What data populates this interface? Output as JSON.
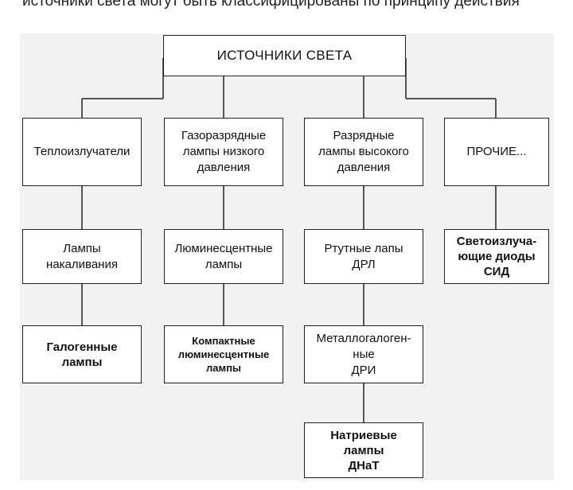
{
  "caption": "источники света могут быть классифицированы по принципу действия",
  "diagram": {
    "root": {
      "label": "ИСТОЧНИКИ СВЕТА"
    },
    "level1": [
      {
        "label": "Теплоизлучатели"
      },
      {
        "label": "Газоразрядные\nлампы низкого\nдавления"
      },
      {
        "label": "Разрядные\nлампы высокого\nдавления"
      },
      {
        "label": "ПРОЧИЕ..."
      }
    ],
    "level2": [
      {
        "label": "Лампы\nнакаливания"
      },
      {
        "label": "Люминесцентные\nлампы"
      },
      {
        "label": "Ртутные лапы\nДРЛ"
      },
      {
        "label": "Светоизлуча-\nющие диоды\nСИД"
      }
    ],
    "level3": [
      {
        "label": "Галогенные\nлампы"
      },
      {
        "label": "Компактные\nлюминесцентные\nлампы"
      },
      {
        "label": "Металлогалоген-\nные\nДРИ"
      }
    ],
    "level4": [
      {
        "label": "Натриевые\nлампы\nДНаТ"
      }
    ]
  }
}
